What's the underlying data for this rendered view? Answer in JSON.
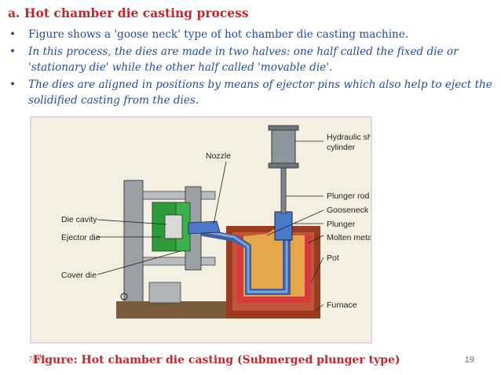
{
  "slide": {
    "title": "a. Hot chamber die casting process",
    "bullets": [
      {
        "text": "Figure shows a 'goose neck' type of hot chamber die casting machine.",
        "style": "normal"
      },
      {
        "text": "In this process, the dies are made in two halves: one half called the fixed die or 'stationary die' while the other half called 'movable die'.",
        "style": "italic"
      },
      {
        "text": "The dies are aligned in positions by means of ejector pins which also help to eject the solidified casting from the dies.",
        "style": "italic"
      }
    ],
    "bullet_glyph": "•",
    "date": "7/2/2",
    "page_number": "19"
  },
  "figure": {
    "caption": "Figure: Hot chamber die casting (Submerged plunger type)",
    "labels": {
      "hydraulic_shot_cylinder_1": "Hydraulic shot",
      "hydraulic_shot_cylinder_2": "cylinder",
      "nozzle": "Nozzle",
      "plunger_rod": "Plunger rod",
      "gooseneck": "Gooseneck",
      "plunger": "Plunger",
      "molten_metal": "Molten metal",
      "pot": "Pot",
      "furnace": "Furnace",
      "die_cavity": "Die cavity",
      "ejector_die": "Ejector die",
      "cover_die": "Cover die"
    },
    "colors": {
      "frame_bg": "#f4efe0",
      "machine_gray": "#9aa0a6",
      "die_green": "#2e9a3a",
      "gooseneck_blue": "#4b79c9",
      "molten_orange": "#e0a040",
      "furnace_red": "#b3262b",
      "pot_red": "#d84040"
    }
  }
}
